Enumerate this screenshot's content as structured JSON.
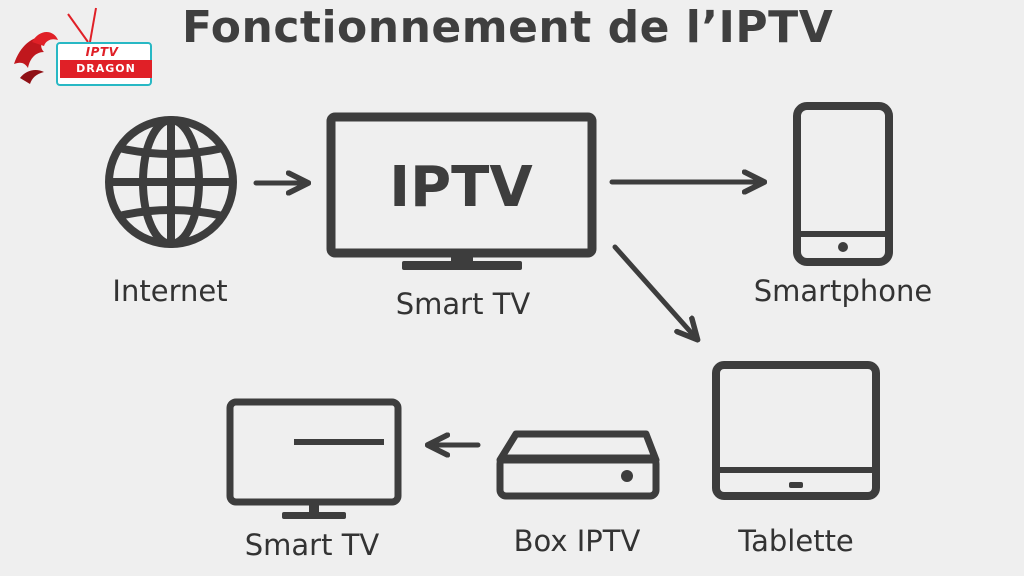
{
  "title": "Fonctionnement de l’IPTV",
  "logo": {
    "line1": "IPTV",
    "line2": "DRAGON"
  },
  "nodes": {
    "internet": "Internet",
    "smart_tv_main": "Smart TV",
    "tv_screen_text": "IPTV",
    "smartphone": "Smartphone",
    "tablette": "Tablette",
    "box_iptv": "Box IPTV",
    "smart_tv_secondary": "Smart TV"
  },
  "colors": {
    "stroke": "#3d3d3d",
    "background": "#efefef",
    "logo_red": "#e02027",
    "logo_teal": "#28b8c4"
  }
}
